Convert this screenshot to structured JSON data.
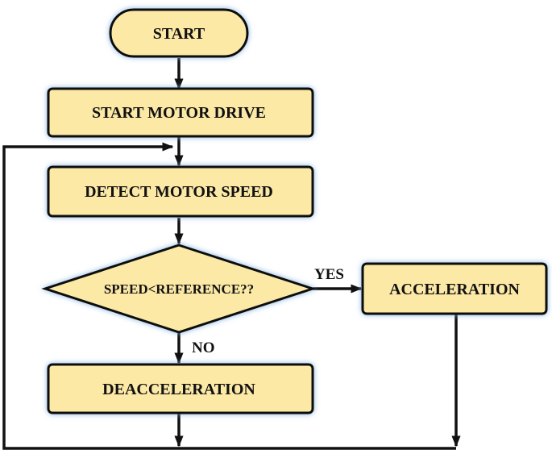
{
  "nodes": {
    "start": {
      "label": "START",
      "shape": "terminator"
    },
    "start_motor": {
      "label": "START MOTOR DRIVE",
      "shape": "process"
    },
    "detect_speed": {
      "label": "DETECT MOTOR SPEED",
      "shape": "process"
    },
    "decision": {
      "label": "SPEED<REFERENCE??",
      "shape": "decision"
    },
    "acceleration": {
      "label": "ACCELERATION",
      "shape": "process"
    },
    "deacceleration": {
      "label": "DEACCELERATION",
      "shape": "process"
    }
  },
  "edges": {
    "yes_label": "YES",
    "no_label": "NO"
  },
  "colors": {
    "fill": "#fce9a6",
    "stroke": "#111111",
    "glow": "#9ec3e6",
    "line": "#111111"
  }
}
